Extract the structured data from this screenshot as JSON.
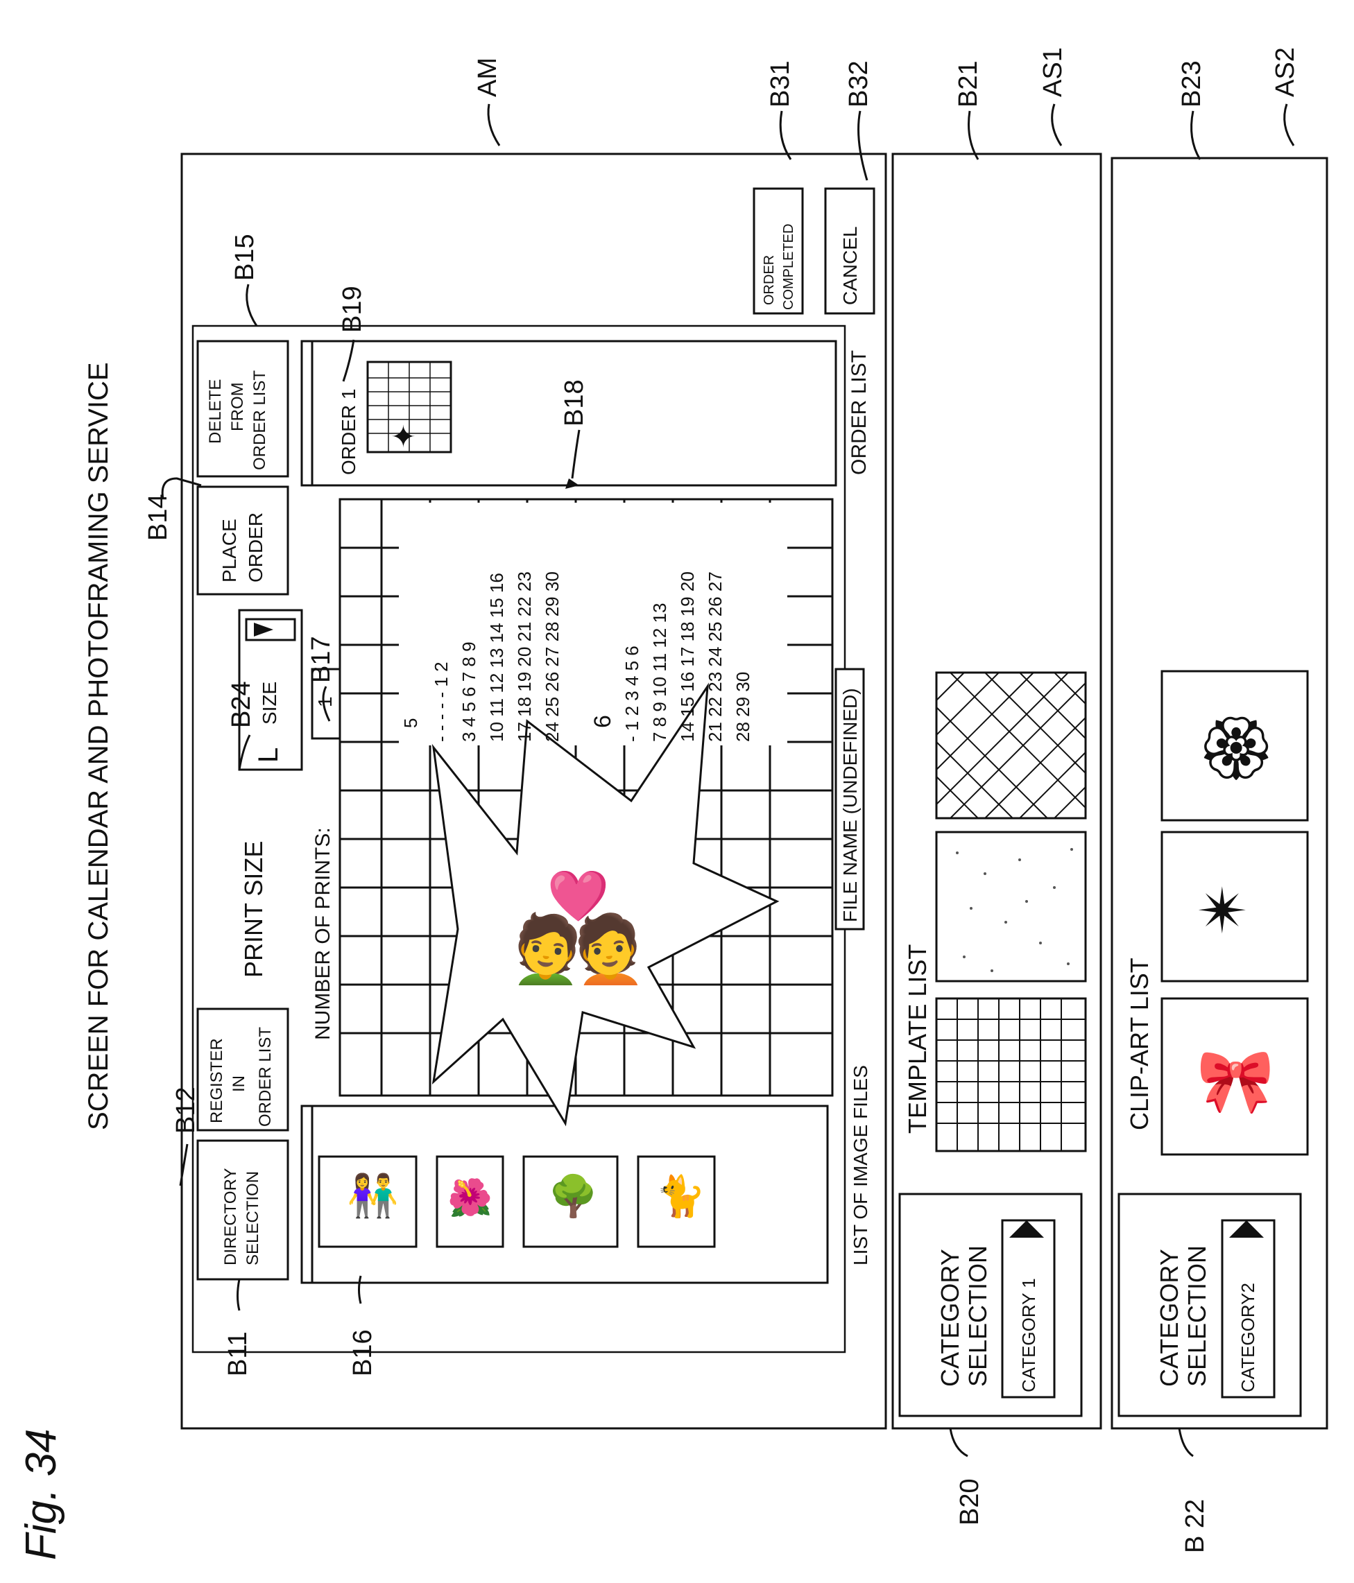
{
  "figure": {
    "number": "Fig. 34"
  },
  "screen": {
    "title": "SCREEN FOR CALENDAR AND PHOTOFRAMING SERVICE"
  },
  "refs": {
    "am": "AM",
    "as1": "AS1",
    "as2": "AS2",
    "b11": "B11",
    "b12": "B12",
    "b14": "B14",
    "b15": "B15",
    "b16": "B16",
    "b17": "B17",
    "b18": "B18",
    "b19": "B19",
    "b20": "B20",
    "b21": "B21",
    "b22": "B 22",
    "b23": "B23",
    "b24": "B24",
    "b31": "B31",
    "b32": "B32"
  },
  "toolbar": {
    "directory_selection": [
      "DIRECTORY",
      "SELECTION"
    ],
    "register": [
      "REGISTER",
      "IN",
      "ORDER LIST"
    ],
    "print_size_label": "PRINT SIZE",
    "print_size_value": "L",
    "print_size_unit": "SIZE",
    "place_order": [
      "PLACE",
      "ORDER"
    ],
    "delete": [
      "DELETE",
      "FROM",
      "ORDER LIST"
    ]
  },
  "main": {
    "number_of_prints_label": "NUMBER OF PRINTS:",
    "number_of_prints_value": "1",
    "file_name": "FILE NAME (UNDEFINED)",
    "list_of_image_files": "LIST OF IMAGE FILES",
    "order_item": "ORDER 1",
    "order_list_label": "ORDER LIST",
    "order_completed": [
      "ORDER",
      "COMPLETED"
    ],
    "cancel": "CANCEL"
  },
  "calendar": {
    "month_a": "5",
    "rows_a": [
      "- - - - - 1 2",
      "3 4 5 6 7 8 9",
      "10 11 12 13 14 15 16",
      "17 18 19 20 21 22 23",
      "24 25 26 27 28 29 30"
    ],
    "month_b": "6",
    "rows_b": [
      "- 1 2 3 4 5 6",
      "7 8 9 10 11 12 13",
      "14 15 16 17 18 19 20",
      "21 22 23 24 25 26 27",
      "28 29 30"
    ]
  },
  "template_panel": {
    "category_label": [
      "CATEGORY",
      "SELECTION"
    ],
    "category_value": "CATEGORY 1",
    "list_label": "TEMPLATE LIST"
  },
  "clipart_panel": {
    "category_label": [
      "CATEGORY",
      "SELECTION"
    ],
    "category_value": "CATEGORY2",
    "list_label": "CLIP-ART LIST"
  }
}
